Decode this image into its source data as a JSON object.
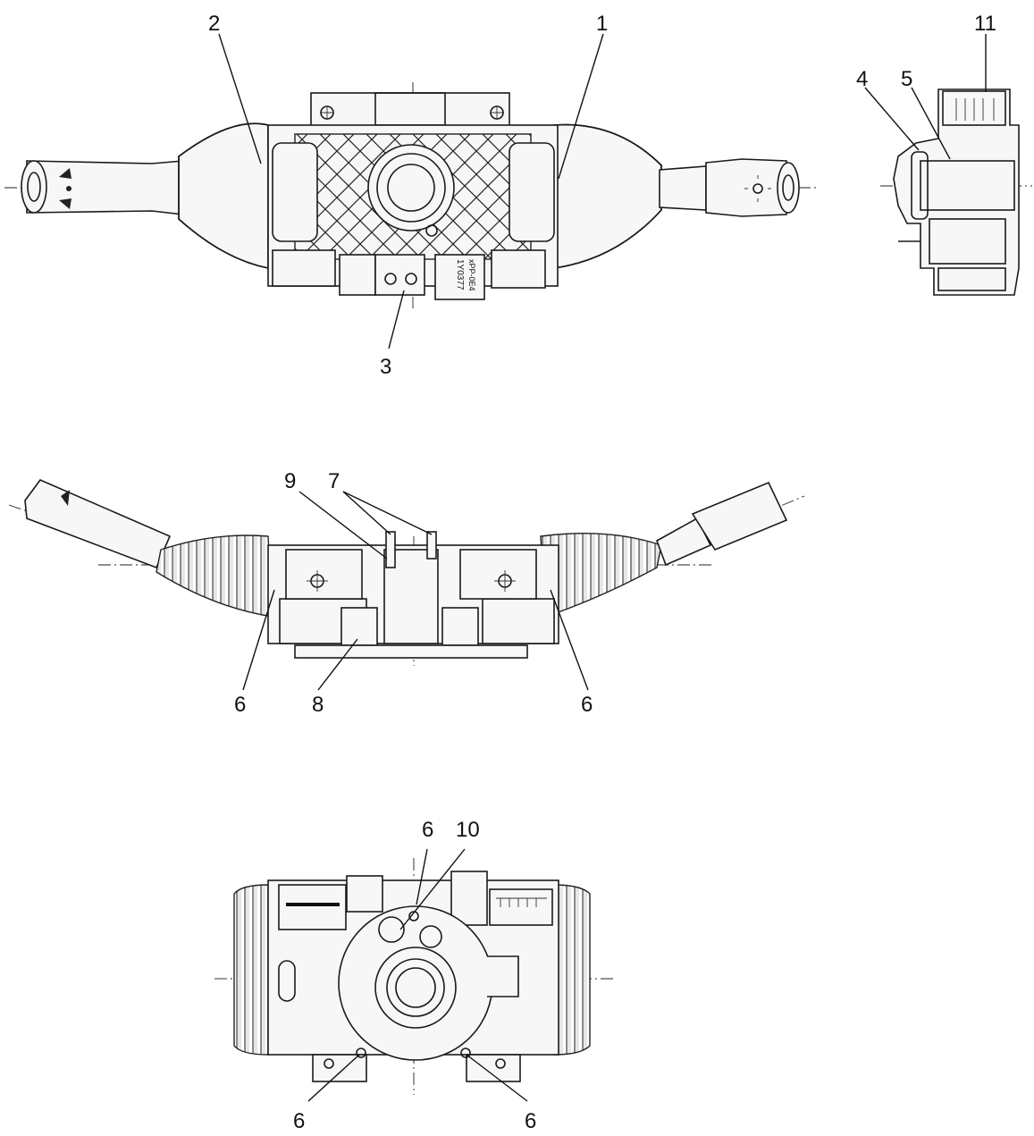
{
  "views": {
    "front": {
      "callouts": [
        "1",
        "2",
        "3"
      ],
      "part_marking": [
        "1Y0377",
        "xPP-0E4"
      ]
    },
    "side": {
      "callouts": [
        "4",
        "5",
        "11"
      ]
    },
    "top": {
      "callouts": [
        "9",
        "7",
        "6",
        "8",
        "6"
      ]
    },
    "rear": {
      "callouts": [
        "6",
        "10",
        "6",
        "6"
      ]
    }
  },
  "colors": {
    "line": "#1a1a1a",
    "background": "#ffffff"
  }
}
